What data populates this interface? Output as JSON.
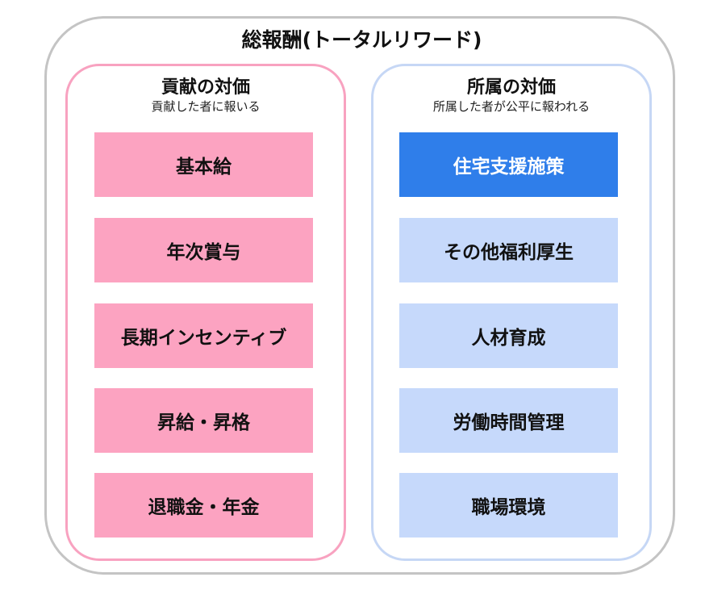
{
  "title": "総報酬(トータルリワード)",
  "left": {
    "heading": "貢献の対価",
    "subtitle": "貢献した者に報いる",
    "items": [
      "基本給",
      "年次賞与",
      "長期インセンティブ",
      "昇給・昇格",
      "退職金・年金"
    ]
  },
  "right": {
    "heading": "所属の対価",
    "subtitle": "所属した者が公平に報われる",
    "items": [
      "住宅支援施策",
      "その他福利厚生",
      "人材育成",
      "労働時間管理",
      "職場環境"
    ]
  },
  "colors": {
    "pink": "#fca3c1",
    "light_blue": "#c6d9fb",
    "highlight_blue": "#2f7eea"
  }
}
